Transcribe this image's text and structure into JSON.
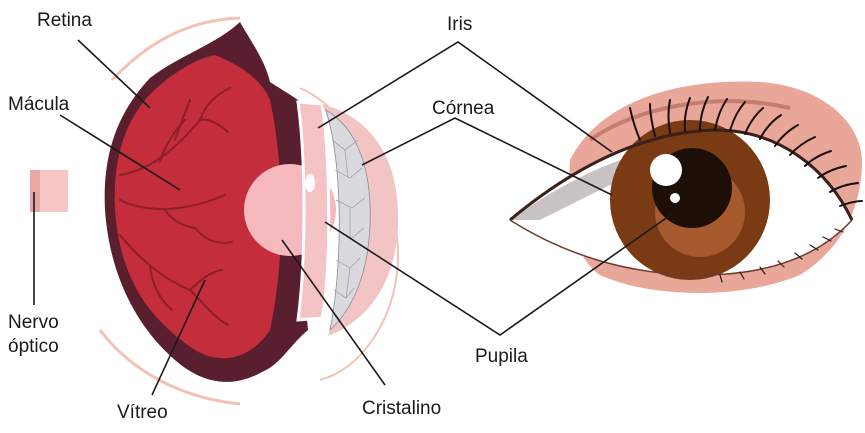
{
  "diagram": {
    "labels": {
      "retina": "Retina",
      "macula": "Mácula",
      "nervo_line1": "Nervo",
      "nervo_line2": "óptico",
      "vitreo": "Vítreo",
      "cristalino": "Cristalino",
      "iris": "Iris",
      "cornea": "Córnea",
      "pupila": "Pupila"
    },
    "colors": {
      "retina_red": "#c42d3c",
      "retina_dark": "#5a1f2e",
      "vessel": "#8e1e28",
      "lens_pink": "#f5b8bc",
      "cornea_pink": "#f3c4c4",
      "iris_brown": "#7a3a14",
      "iris_light": "#a65a2e",
      "pupil": "#1c0f08",
      "skin": "#e9a79a",
      "skin_dark": "#c57d70",
      "orbit_line": "#f3c2b4",
      "sclera_shadow": "#c9c2c4"
    }
  }
}
